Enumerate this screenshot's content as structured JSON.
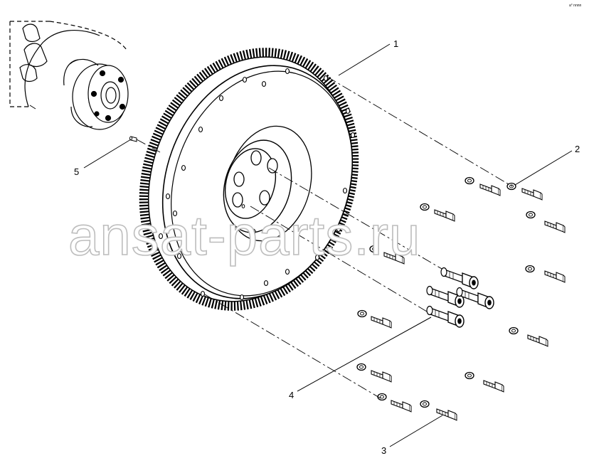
{
  "diagram": {
    "callouts": [
      {
        "id": "1",
        "label": "1"
      },
      {
        "id": "2",
        "label": "2"
      },
      {
        "id": "3",
        "label": "3"
      },
      {
        "id": "4",
        "label": "4"
      },
      {
        "id": "5",
        "label": "5"
      }
    ],
    "watermark": "ansat-parts.ru",
    "corner_code": "a° nnnn"
  }
}
